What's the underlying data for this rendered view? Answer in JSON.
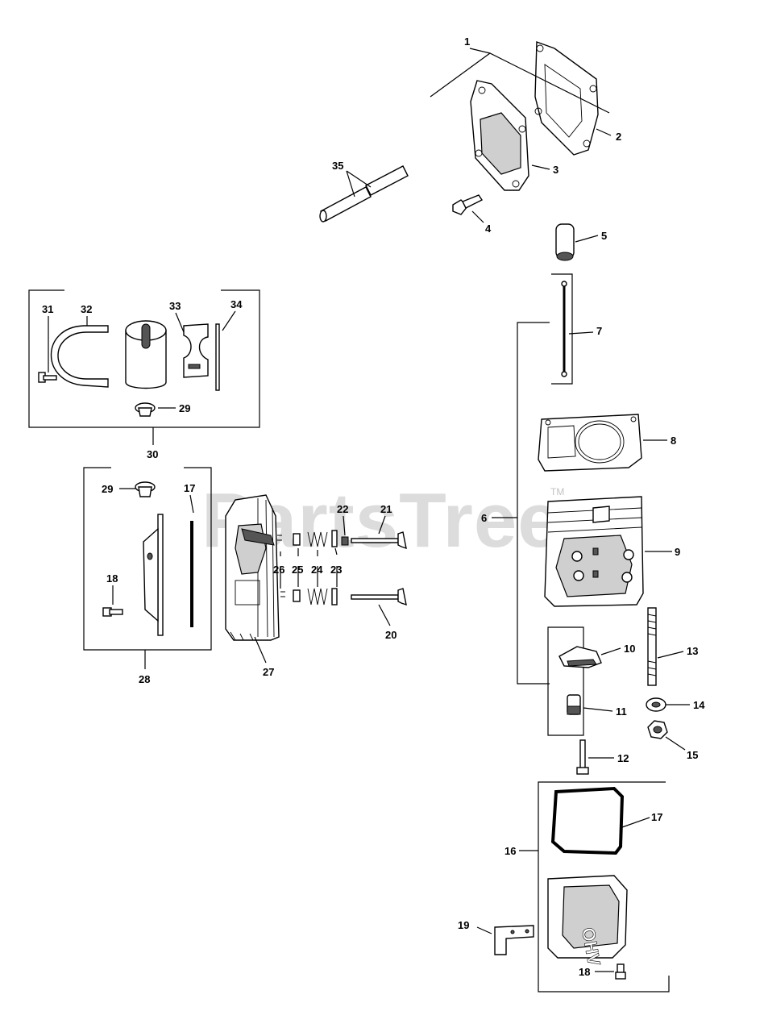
{
  "watermark": {
    "text": "PartsTree",
    "tm": "TM"
  },
  "callouts": {
    "c1": "1",
    "c2": "2",
    "c3": "3",
    "c4": "4",
    "c5": "5",
    "c6": "6",
    "c7": "7",
    "c8": "8",
    "c9": "9",
    "c10": "10",
    "c11": "11",
    "c12": "12",
    "c13": "13",
    "c14": "14",
    "c15": "15",
    "c16": "16",
    "c17a": "17",
    "c17b": "17",
    "c18a": "18",
    "c18b": "18",
    "c19": "19",
    "c20": "20",
    "c21": "21",
    "c22": "22",
    "c23": "23",
    "c24": "24",
    "c25": "25",
    "c26": "26",
    "c27": "27",
    "c28": "28",
    "c29a": "29",
    "c29b": "29",
    "c30": "30",
    "c31": "31",
    "c32": "32",
    "c33": "33",
    "c34": "34",
    "c35": "35"
  }
}
